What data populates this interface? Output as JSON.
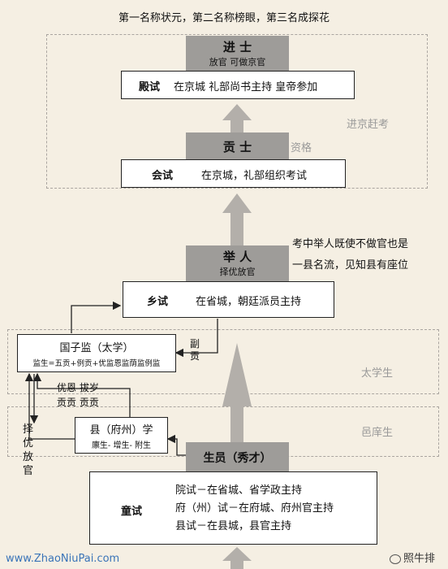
{
  "header": {
    "text": "第一名称状元，第二名称榜眼，第三名成探花"
  },
  "jinshi": {
    "title": "进 士",
    "subtitle": "放官 可做京官"
  },
  "dianshi": {
    "label": "殿试",
    "desc": "在京城 礼部尚书主持 皇帝参加"
  },
  "zone_capital": {
    "label": "进京赶考"
  },
  "gongshi": {
    "title": "贡 士",
    "side": "资格"
  },
  "huishi": {
    "label": "会试",
    "desc": "在京城，礼部组织考试"
  },
  "note": {
    "line1": "考中举人既使不做官也是",
    "line2": "一县名流，见知县有座位"
  },
  "juren": {
    "title": "举 人",
    "subtitle": "择优放官"
  },
  "xiangshi": {
    "label": "乡试",
    "desc": "在省城，朝廷派员主持"
  },
  "guozijian": {
    "title": "国子监（太学）",
    "detail": "监生=五贡+例贡+优监恩监荫监例监"
  },
  "fugong": {
    "c1": "副",
    "c2": "贡"
  },
  "zone_taixue": {
    "label": "太学生"
  },
  "gong_types": {
    "row1": "优恩 拔岁",
    "row2": "贡贡 贡贡"
  },
  "zeyou": {
    "c1": "择",
    "c2": "优",
    "c3": "放",
    "c4": "官"
  },
  "xianxue": {
    "title": "县（府州）学",
    "detail": "廪生- 增生- 附生"
  },
  "zone_yixiang": {
    "label": "邑庠生"
  },
  "shengyuan": {
    "title": "生员（秀才）"
  },
  "tongshi": {
    "label": "童试",
    "line1": "院试－在省城、省学政主持",
    "line2": "府（州）试－在府城、府州官主持",
    "line3": "县试－在县城，县官主持"
  },
  "footer": {
    "website": "www.ZhaoNiuPai.com",
    "watermark": "照牛排"
  }
}
